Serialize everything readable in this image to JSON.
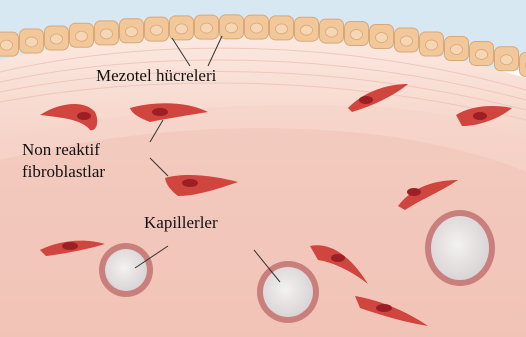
{
  "labels": {
    "mesothelial": "Mezotel hücreleri",
    "fibroblast_line1": "Non reaktif",
    "fibroblast_line2": "fibroblastlar",
    "capillaries": "Kapillerler"
  },
  "colors": {
    "mesothelial_cell": "#f2c79a",
    "mesothelial_nucleus": "#f6d7b5",
    "connective_tissue": "#f5cfc2",
    "fibroblast": "#d0453d",
    "fibroblast_nucleus": "#9c1f25",
    "capillary_wall": "#c97f7c",
    "capillary_lumen": "#e6e3e4",
    "background": "#f4d6cf"
  }
}
